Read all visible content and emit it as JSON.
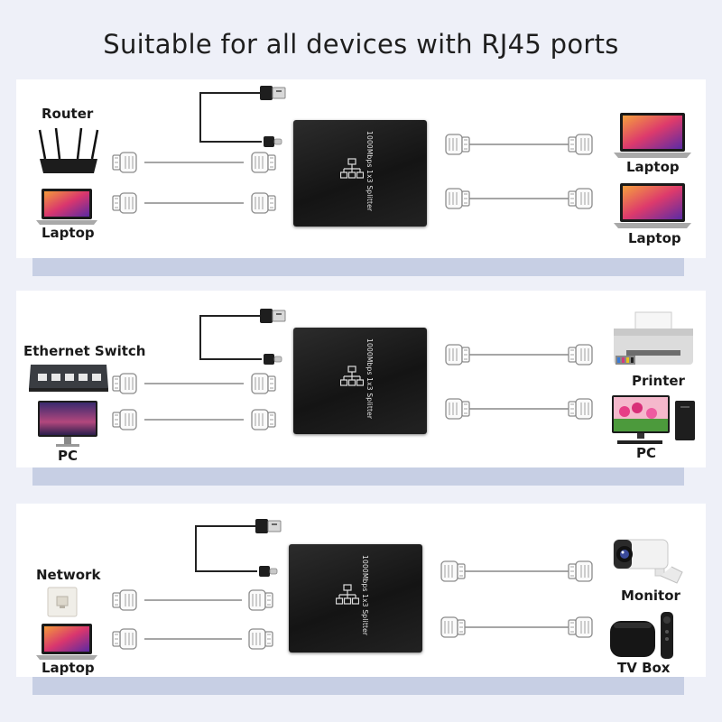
{
  "title": "Suitable for all devices with RJ45 ports",
  "splitter": {
    "label": "1000Mbps 1x3 Splitter"
  },
  "panels": [
    {
      "left": [
        "Router",
        "Laptop"
      ],
      "right": [
        "Laptop",
        "Laptop"
      ]
    },
    {
      "left": [
        "Ethernet Switch",
        "PC"
      ],
      "right": [
        "Printer",
        "PC"
      ]
    },
    {
      "left": [
        "Network",
        "Laptop"
      ],
      "right": [
        "Monitor",
        "TV Box"
      ]
    }
  ],
  "colors": {
    "band": "#c7cfe4",
    "box": "#1b1b1b",
    "cable": "#9a9a9a"
  }
}
